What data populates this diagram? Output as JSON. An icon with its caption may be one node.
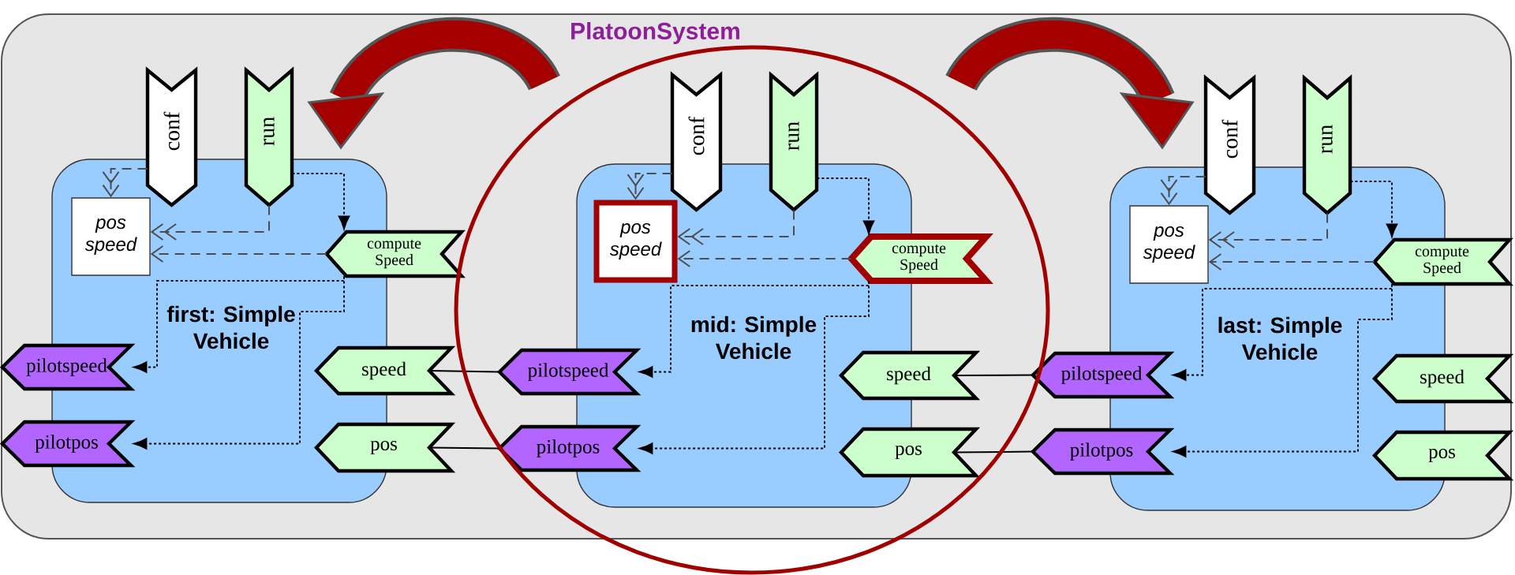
{
  "diagram": {
    "nodes": [
      {
        "text": [
          "PlatoonSystem"
        ]
      },
      {
        "text": [
          "first: Simple Vehicle"
        ],
        "in": 0
      },
      {
        "text": [
          "conf"
        ],
        "in": 0
      },
      {
        "text": [
          "run"
        ],
        "in": 0
      },
      {
        "text": [
          "pos speed"
        ],
        "in": 1
      },
      {
        "text": [
          "compute Speed"
        ],
        "in": 0
      },
      {
        "text": [
          "pilotspeed"
        ],
        "in": 0
      },
      {
        "text": [
          "pilotpos"
        ],
        "in": 0
      },
      {
        "text": [
          "speed"
        ],
        "in": 0
      },
      {
        "text": [
          "pos"
        ],
        "in": 0
      },
      {
        "text": [
          "mid: Simple Vehicle"
        ],
        "in": 0
      },
      {
        "text": [
          "conf"
        ],
        "in": 0
      },
      {
        "text": [
          "run"
        ],
        "in": 0
      },
      {
        "text": [
          "pos speed"
        ],
        "in": 10
      },
      {
        "text": [
          "compute Speed"
        ],
        "in": 0
      },
      {
        "text": [
          "pilotspeed"
        ],
        "in": 0
      },
      {
        "text": [
          "pilotpos"
        ],
        "in": 0
      },
      {
        "text": [
          "speed"
        ],
        "in": 0
      },
      {
        "text": [
          "pos"
        ],
        "in": 0
      },
      {
        "text": [
          "last: Simple Vehicle"
        ],
        "in": 0
      },
      {
        "text": [
          "conf"
        ],
        "in": 0
      },
      {
        "text": [
          "run"
        ],
        "in": 0
      },
      {
        "text": [
          "pos speed"
        ],
        "in": 19
      },
      {
        "text": [
          "compute Speed"
        ],
        "in": 0
      },
      {
        "text": [
          "pilotspeed"
        ],
        "in": 0
      },
      {
        "text": [
          "pilotpos"
        ],
        "in": 0
      },
      {
        "text": [
          "speed"
        ],
        "in": 0
      },
      {
        "text": [
          "pos"
        ],
        "in": 0
      }
    ],
    "edges": [
      {
        "from": 2,
        "to": 4,
        "arrow": "to",
        "style": "dashed",
        "color": "#4d4d4d"
      },
      {
        "from": 3,
        "to": 4,
        "arrow": "to",
        "style": "dashed",
        "color": "#4d4d4d"
      },
      {
        "from": 5,
        "to": 4,
        "arrow": "to",
        "style": "dashed",
        "color": "#4d4d4d"
      },
      {
        "from": 3,
        "to": 5,
        "arrow": "to",
        "style": "dashed"
      },
      {
        "from": 5,
        "to": 6,
        "arrow": "to",
        "style": "dashed"
      },
      {
        "from": 5,
        "to": 7,
        "arrow": "to",
        "style": "dashed"
      },
      {
        "from": 11,
        "to": 13,
        "arrow": "to",
        "style": "dashed",
        "color": "#4d4d4d"
      },
      {
        "from": 12,
        "to": 13,
        "arrow": "to",
        "style": "dashed",
        "color": "#4d4d4d"
      },
      {
        "from": 14,
        "to": 13,
        "arrow": "to",
        "style": "dashed",
        "color": "#4d4d4d"
      },
      {
        "from": 12,
        "to": 14,
        "arrow": "to",
        "style": "dashed"
      },
      {
        "from": 14,
        "to": 15,
        "arrow": "to",
        "style": "dashed"
      },
      {
        "from": 14,
        "to": 16,
        "arrow": "to",
        "style": "dashed"
      },
      {
        "from": 20,
        "to": 22,
        "arrow": "to",
        "style": "dashed",
        "color": "#4d4d4d"
      },
      {
        "from": 21,
        "to": 22,
        "arrow": "to",
        "style": "dashed",
        "color": "#4d4d4d"
      },
      {
        "from": 23,
        "to": 22,
        "arrow": "to",
        "style": "dashed",
        "color": "#4d4d4d"
      },
      {
        "from": 21,
        "to": 23,
        "arrow": "to",
        "style": "dashed"
      },
      {
        "from": 23,
        "to": 24,
        "arrow": "to",
        "style": "dashed"
      },
      {
        "from": 23,
        "to": 25,
        "arrow": "to",
        "style": "dashed"
      },
      {
        "from": 8,
        "to": 15,
        "arrow": "none"
      },
      {
        "from": 9,
        "to": 16,
        "arrow": "none"
      },
      {
        "from": 17,
        "to": 24,
        "arrow": "none"
      },
      {
        "from": 18,
        "to": 25,
        "arrow": "none"
      }
    ]
  }
}
